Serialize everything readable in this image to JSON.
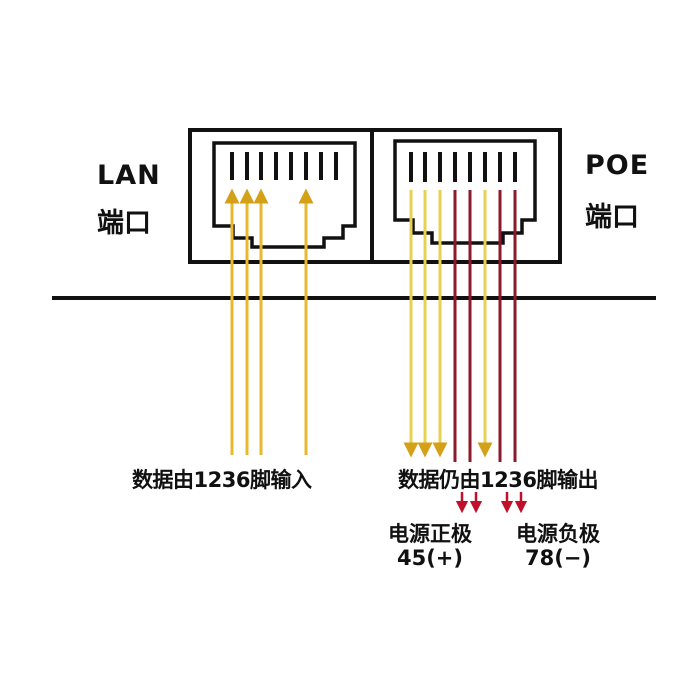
{
  "lan_port": {
    "title": "LAN",
    "subtitle": "端口",
    "data_pins_input": [
      1,
      2,
      3,
      6
    ]
  },
  "poe_port": {
    "title": "POE",
    "subtitle": "端口",
    "data_pins_output": [
      1,
      2,
      3,
      6
    ],
    "power_pins_positive": [
      4,
      5
    ],
    "power_pins_negative": [
      7,
      8
    ]
  },
  "captions": {
    "lan_data": "数据由1236脚输入",
    "poe_data": "数据仍由1236脚输出",
    "power_positive_title": "电源正极",
    "power_positive_pins": "45(+)",
    "power_negative_title": "电源负极",
    "power_negative_pins": "78(−)"
  },
  "colors": {
    "data_line": "#e8b830",
    "power_line": "#8b1a2a",
    "power_arrow": "#c0102a",
    "outline": "#111111"
  }
}
